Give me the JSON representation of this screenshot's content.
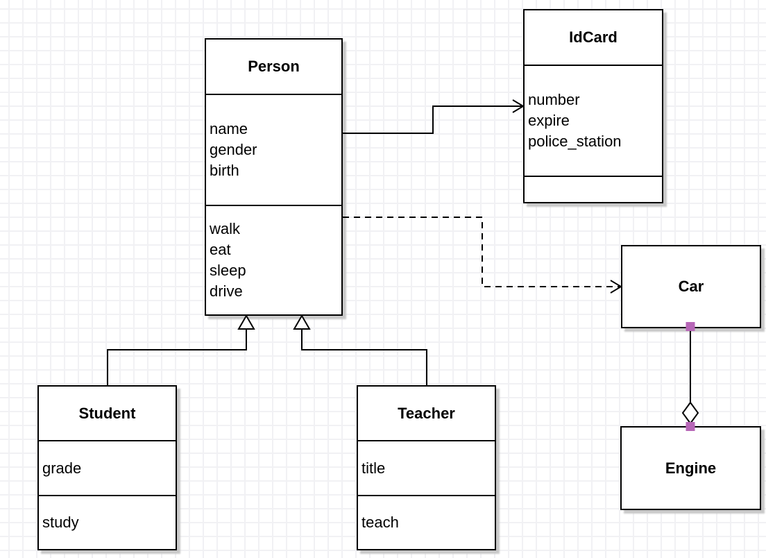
{
  "colors": {
    "line": "#000000",
    "box_fill": "#ffffff",
    "box_border": "#000000",
    "grid_line": "#f1f1f4",
    "canvas_bg": "#ffffff",
    "endpoint_marker": "#b766b7",
    "shadow": "#c8c8c8",
    "text": "#000000"
  },
  "diagram": {
    "type": "uml-class-diagram",
    "classes": {
      "person": {
        "title": "Person",
        "attributes": [
          "name",
          "gender",
          "birth"
        ],
        "methods": [
          "walk",
          "eat",
          "sleep",
          "drive"
        ]
      },
      "idcard": {
        "title": "IdCard",
        "attributes": [
          "number",
          "expire",
          "police_station"
        ],
        "methods": []
      },
      "car": {
        "title": "Car",
        "attributes": [],
        "methods": []
      },
      "engine": {
        "title": "Engine",
        "attributes": [],
        "methods": []
      },
      "student": {
        "title": "Student",
        "attributes": [
          "grade"
        ],
        "methods": [
          "study"
        ]
      },
      "teacher": {
        "title": "Teacher",
        "attributes": [
          "title"
        ],
        "methods": [
          "teach"
        ]
      }
    },
    "relationships": [
      {
        "from": "Person",
        "to": "IdCard",
        "type": "association",
        "line": "solid",
        "arrow": "open"
      },
      {
        "from": "Person",
        "to": "Car",
        "type": "dependency",
        "line": "dashed",
        "arrow": "open"
      },
      {
        "from": "Student",
        "to": "Person",
        "type": "generalization",
        "line": "solid",
        "arrow": "hollow-triangle"
      },
      {
        "from": "Teacher",
        "to": "Person",
        "type": "generalization",
        "line": "solid",
        "arrow": "hollow-triangle"
      },
      {
        "from": "Car",
        "to": "Engine",
        "type": "aggregation",
        "line": "solid",
        "arrow": "hollow-diamond"
      }
    ]
  }
}
